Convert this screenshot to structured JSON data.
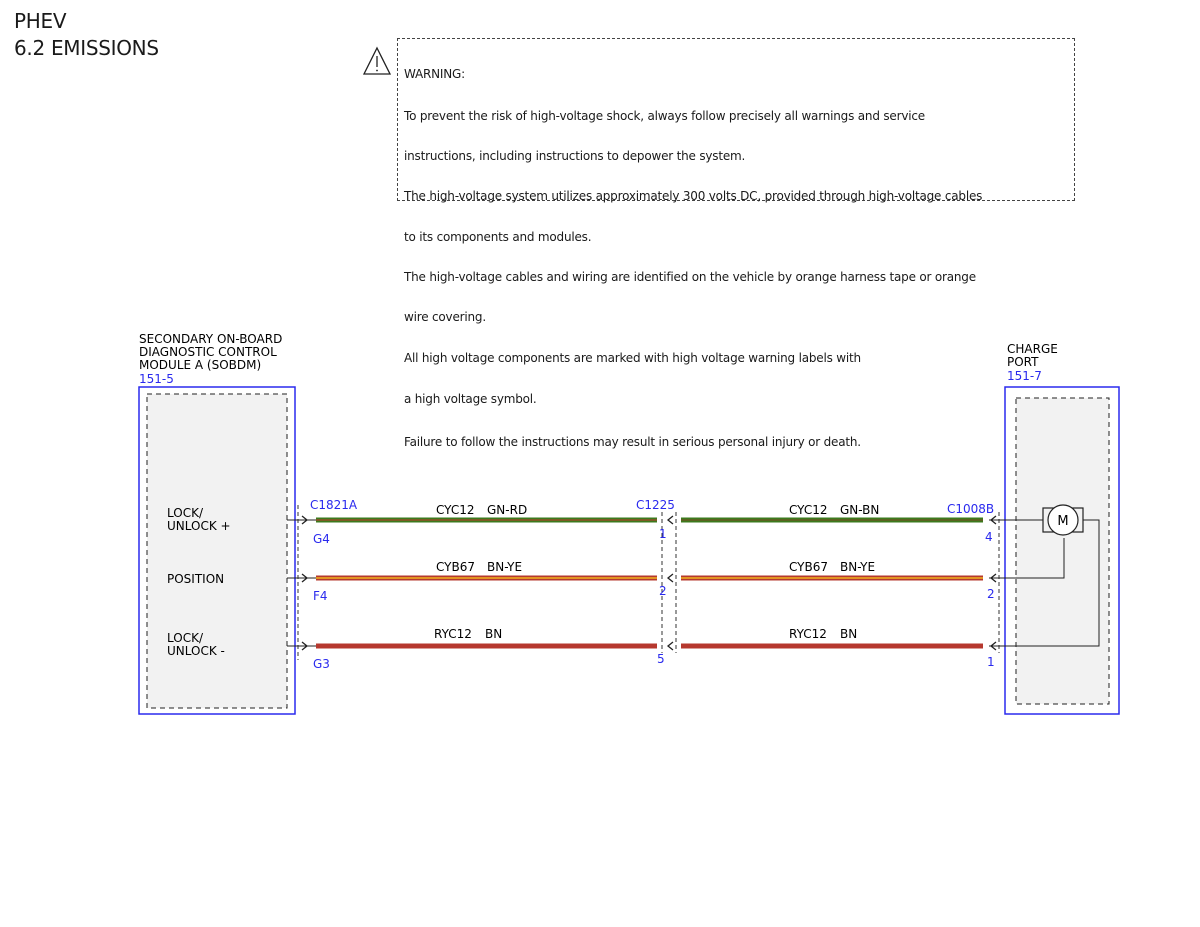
{
  "header": {
    "line1": "PHEV",
    "line2": "6.2 EMISSIONS"
  },
  "warning": {
    "lines": [
      "WARNING:",
      "To prevent the risk of high-voltage shock, always follow precisely all warnings and service",
      "instructions, including instructions to depower the system.",
      "The high-voltage system utilizes approximately 300 volts DC, provided through high-voltage cables",
      "to its components and modules.",
      "The high-voltage cables and wiring are identified on the vehicle by orange harness tape or orange",
      "wire covering.",
      "All high voltage components are marked with high voltage warning labels with",
      "a high voltage symbol.",
      "Failure to follow the instructions may result in serious personal injury or death."
    ]
  },
  "left_module": {
    "name_lines": [
      "SECONDARY ON-BOARD",
      "DIAGNOSTIC CONTROL",
      "MODULE A (SOBDM)"
    ],
    "ref": "151-5",
    "connector": "C1821A",
    "pins": [
      {
        "label_lines": [
          "LOCK/",
          "UNLOCK +"
        ],
        "pin": "G4"
      },
      {
        "label_lines": [
          "POSITION"
        ],
        "pin": "F4"
      },
      {
        "label_lines": [
          "LOCK/",
          "UNLOCK -"
        ],
        "pin": "G3"
      }
    ]
  },
  "inline_connector": {
    "name": "C1225",
    "pins": [
      "1",
      "2",
      "5"
    ]
  },
  "right_module": {
    "name_lines": [
      "CHARGE",
      "PORT"
    ],
    "ref": "151-7",
    "connector": "C1008B",
    "pins": [
      "4",
      "2",
      "1"
    ],
    "motor_label": "M"
  },
  "wires": [
    {
      "left": {
        "circuit": "CYC12",
        "color": "GN-RD"
      },
      "right": {
        "circuit": "CYC12",
        "color": "GN-BN"
      }
    },
    {
      "left": {
        "circuit": "CYB67",
        "color": "BN-YE"
      },
      "right": {
        "circuit": "CYB67",
        "color": "BN-YE"
      }
    },
    {
      "left": {
        "circuit": "RYC12",
        "color": "BN"
      },
      "right": {
        "circuit": "RYC12",
        "color": "BN"
      }
    }
  ],
  "colors": {
    "module_border": "#2a2aee",
    "ref_text": "#2a2aee",
    "green": "#3c7a1e",
    "green_red_stripe": "#c0392b",
    "brown": "#b6382e",
    "yellow_stripe": "#f0b41e",
    "module_fill": "#f2f2f2"
  }
}
